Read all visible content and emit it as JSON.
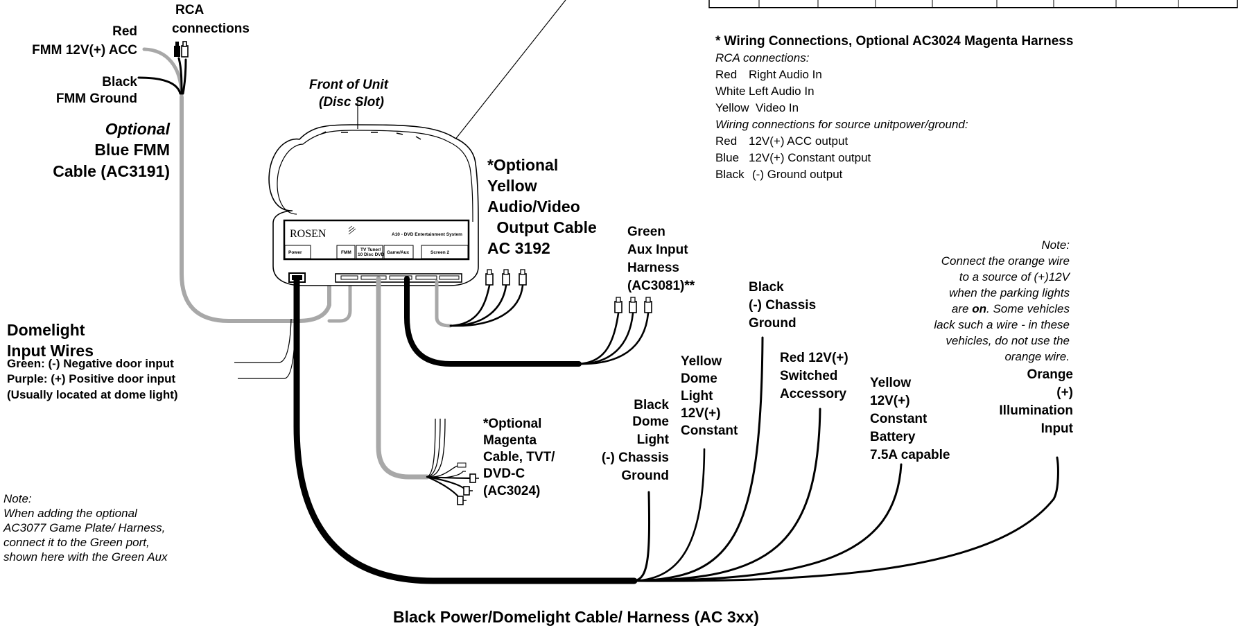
{
  "labels": {
    "rca_top_1": "RCA",
    "rca_top_2": "connections",
    "red": "Red",
    "fmm_acc": "FMM 12V(+) ACC",
    "black": "Black",
    "fmm_ground": "FMM Ground",
    "optional": "Optional",
    "blue_fmm": "Blue FMM",
    "cable_ac3191": "Cable (AC3191)",
    "front_of_unit": "Front of Unit",
    "disc_slot": "(Disc Slot)",
    "optional_yellow_1": "*Optional",
    "optional_yellow_2": "Yellow",
    "optional_yellow_3": "Audio/Video",
    "optional_yellow_4": " Output Cable",
    "optional_yellow_5": "AC 3192",
    "green_aux_1": "Green",
    "green_aux_2": "Aux Input",
    "green_aux_3": "Harness",
    "green_aux_4": "(AC3081)**",
    "domelight_1": "Domelight",
    "domelight_2": "Input Wires",
    "green_neg": "Green: (-) Negative door input",
    "purple_pos": "Purple: (+) Positive door input",
    "usually": "(Usually located at dome light)",
    "magenta_1": "*Optional",
    "magenta_2": "Magenta",
    "magenta_3": "Cable, TVT/",
    "magenta_4": "DVD-C",
    "magenta_5": "(AC3024)",
    "black_dome_1": "Black",
    "black_dome_2": "Dome",
    "black_dome_3": "Light",
    "black_dome_4": "(-) Chassis",
    "black_dome_5": "Ground",
    "yellow_dome_1": "Yellow",
    "yellow_dome_2": "Dome",
    "yellow_dome_3": "Light",
    "yellow_dome_4": "12V(+)",
    "yellow_dome_5": "Constant",
    "black_chassis_1": "Black",
    "black_chassis_2": "(-) Chassis",
    "black_chassis_3": "Ground",
    "red_switched_1": "Red 12V(+)",
    "red_switched_2": "Switched",
    "red_switched_3": "Accessory",
    "yellow_const_1": "Yellow",
    "yellow_const_2": "12V(+)",
    "yellow_const_3": "Constant",
    "yellow_const_4": "Battery",
    "yellow_const_5": "7.5A capable",
    "orange_1": "Orange",
    "orange_2": "(+)",
    "orange_3": "Illumination",
    "orange_4": "Input",
    "bottom_cable": "Black Power/Domelight Cable/ Harness (AC 3xx)"
  },
  "note_left": {
    "title": "Note:",
    "lines": [
      "When adding the optional",
      "AC3077 Game Plate/ Harness,",
      "connect it to the Green port,",
      "shown here with the Green Aux"
    ]
  },
  "note_right": {
    "title": "Note:",
    "line1": "Connect the orange wire",
    "line2": "to a source of (+)12V",
    "line3": "when the parking lights",
    "line4_pre": "are ",
    "line4_bold": "on",
    "line4_post": ". Some vehicles",
    "line5": "lack such a wire - in these",
    "line6": "vehicles, do not use the",
    "line7": "orange wire."
  },
  "wiring_box": {
    "title": "* Wiring Connections, Optional AC3024 Magenta Harness",
    "rca_heading": "RCA connections:",
    "rca_rows": [
      {
        "color": "Red",
        "desc": "Right Audio In"
      },
      {
        "color": "White",
        "desc": "Left Audio In"
      },
      {
        "color": "Yellow",
        "desc": "Video In"
      }
    ],
    "power_heading": "Wiring connections for source unitpower/ground:",
    "power_rows": [
      {
        "color": "Red",
        "desc": "12V(+) ACC output"
      },
      {
        "color": "Blue",
        "desc": "12V(+) Constant output"
      },
      {
        "color": "Black",
        "desc": "(-) Ground output"
      }
    ]
  },
  "unit": {
    "brand": "ROSEN",
    "model": "A10 - DVD Entertainment System",
    "port_power": "Power",
    "port_fmm": "FMM",
    "port_tv_1": "TV Tuner/",
    "port_tv_2": "10 Disc DVD",
    "port_game": "Game/Aux",
    "port_screen": "Screen 2"
  },
  "colors": {
    "black_wire": "#000000",
    "gray_wire": "#a8a8a8",
    "background": "#ffffff"
  }
}
